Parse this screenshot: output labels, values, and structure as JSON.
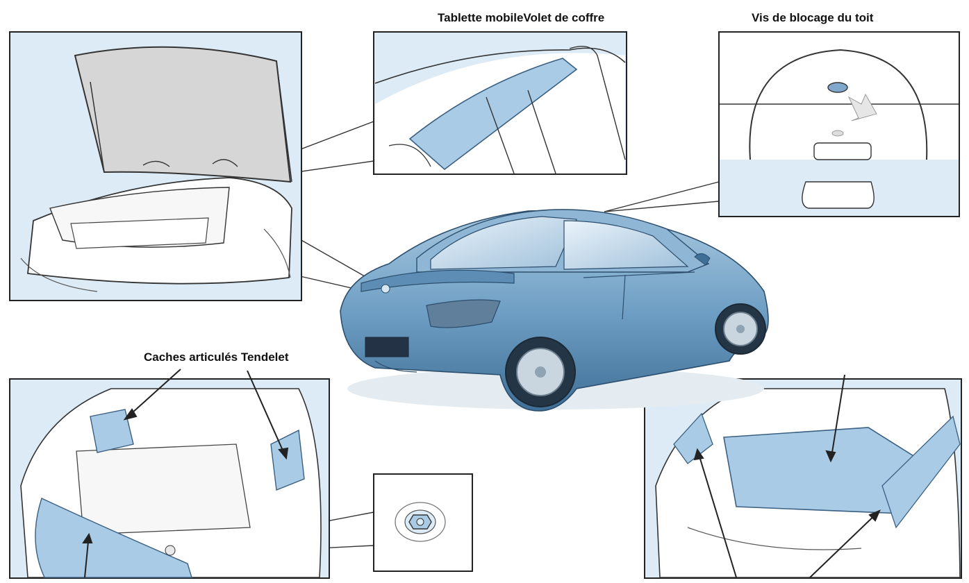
{
  "labels": {
    "top_center": "Tablette mobileVolet de coffre",
    "top_right": "Vis de blocage du toit",
    "bottom_left": "Caches articulés Tendelet"
  },
  "colors": {
    "panel_fill": "#dcebf6",
    "highlight": "#a9cbe6",
    "highlight_dark": "#7fa8cc",
    "car_body": "#6b9cc2",
    "car_dark": "#3f6f96",
    "line": "#222222"
  }
}
